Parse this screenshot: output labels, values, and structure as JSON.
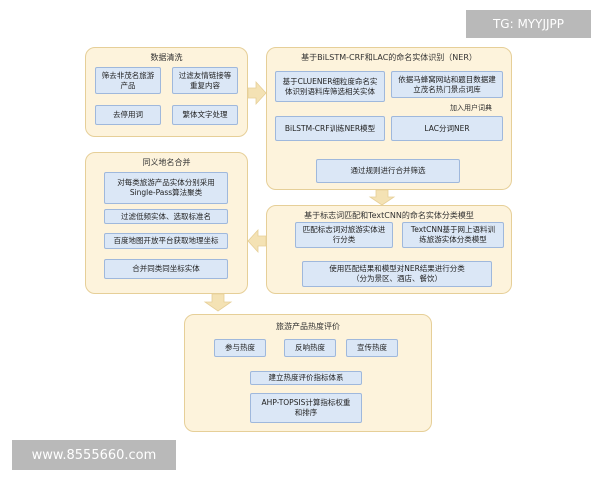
{
  "watermark_top": "TG: MYYJJPP",
  "watermark_bottom": "www.8555660.com",
  "colors": {
    "panel_fill": "#fdf3dc",
    "panel_border": "#e6cf98",
    "box_fill": "#dbe7f6",
    "box_border": "#9fb8dc",
    "arrow": "#f4e2b4"
  },
  "panels": {
    "cleaning": {
      "title": "数据清洗",
      "boxes": [
        "筛去非茂名旅游\n产品",
        "过滤友情链接等\n重复内容",
        "去停用词",
        "繁体文字处理"
      ]
    },
    "ner": {
      "title": "基于BiLSTM-CRF和LAC的命名实体识别（NER）",
      "boxes": [
        "基于CLUENER细粒度命名实\n体识别语料库筛选相关实体",
        "依据马蜂窝网站和题目数据建\n立茂名热门景点词库",
        "BiLSTM-CRF训练NER模型",
        "LAC分词NER",
        "通过规则进行合并筛选"
      ],
      "note": "加入用户词典"
    },
    "merge": {
      "title": "同义地名合并",
      "boxes": [
        "对每类旅游产品实体分别采用\nSingle-Pass算法聚类",
        "过滤低频实体、选取标准名",
        "百度地图开放平台获取地理坐标",
        "合并同类同坐标实体"
      ]
    },
    "classify": {
      "title": "基于标志词匹配和TextCNN的命名实体分类模型",
      "boxes": [
        "匹配标志词对旅游实体进\n行分类",
        "TextCNN基于网上语料训\n练旅游实体分类模型",
        "使用匹配结果和模型对NER结果进行分类\n（分为景区、酒店、餐饮）"
      ]
    },
    "heat": {
      "title": "旅游产品热度评价",
      "boxes": [
        "参与热度",
        "反响热度",
        "宣传热度",
        "建立热度评价指标体系",
        "AHP-TOPSIS计算指标权重\n和排序"
      ]
    }
  }
}
